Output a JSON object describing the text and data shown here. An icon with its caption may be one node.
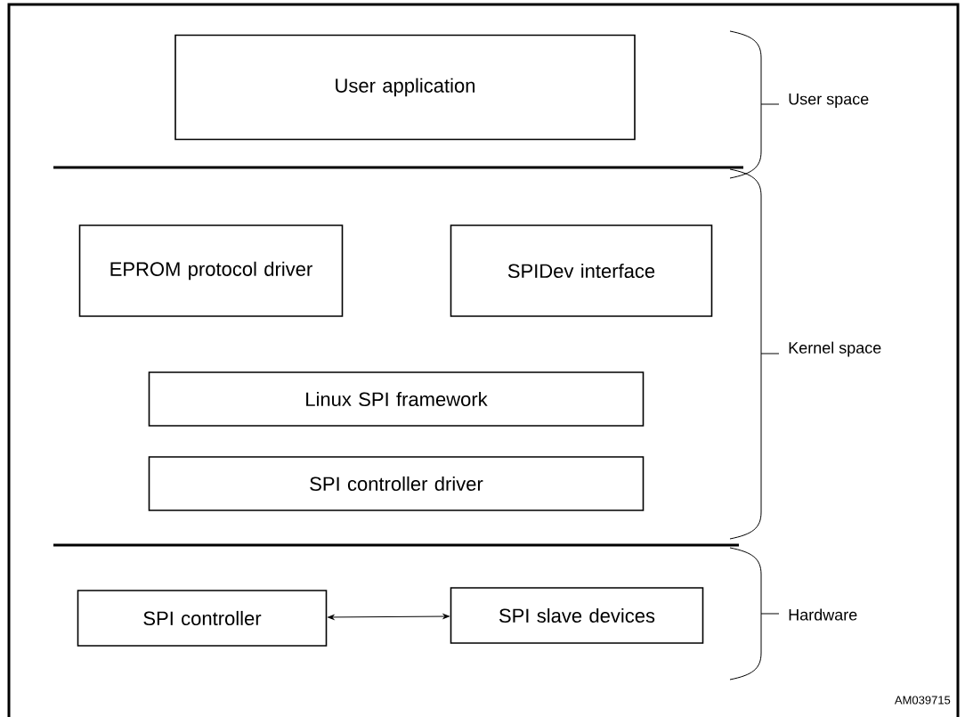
{
  "diagram": {
    "nodes": [
      {
        "text": [
          "User application"
        ]
      },
      {
        "text": [
          "EPROM protocol driver"
        ]
      },
      {
        "text": [
          "SPIDev interface"
        ]
      },
      {
        "text": [
          "Linux SPI framework"
        ]
      },
      {
        "text": [
          "SPI controller driver"
        ]
      },
      {
        "text": [
          "SPI controller"
        ]
      },
      {
        "text": [
          "SPI slave devices"
        ]
      }
    ],
    "edges": [
      {
        "from": 5,
        "to": 6,
        "arrow": "both"
      }
    ],
    "labels": [
      "User space",
      "Kernel space",
      "Hardware",
      "AM039715"
    ]
  }
}
